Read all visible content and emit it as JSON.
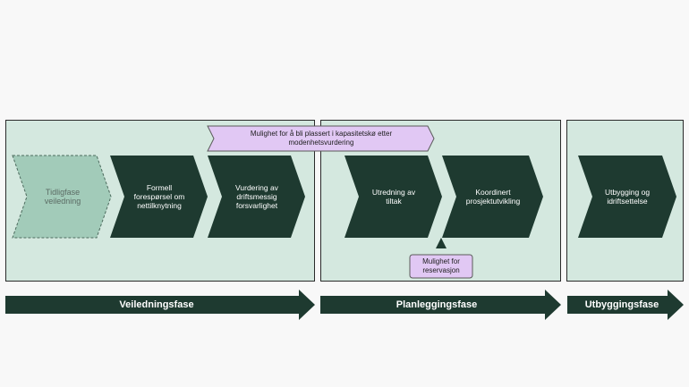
{
  "steps": [
    {
      "label": "Tidligfase\nveiledning",
      "style": "light"
    },
    {
      "label": "Formell\nforespørsel om\nnettilknytning",
      "style": "dark"
    },
    {
      "label": "Vurdering av\ndriftsmessig\nforsvarlighet",
      "style": "dark"
    },
    {
      "label": "Utredning av\ntiltak",
      "style": "dark"
    },
    {
      "label": "Koordinert\nprosjektutvikling",
      "style": "dark"
    },
    {
      "label": "Utbygging og\nidriftsettelse",
      "style": "dark"
    }
  ],
  "phases": [
    {
      "label": "Veiledningsfase"
    },
    {
      "label": "Planleggingsfase"
    },
    {
      "label": "Utbyggingsfase"
    }
  ],
  "notes": {
    "capacity_queue": "Mulighet for å bli plassert i kapasitetskø etter\nmodenhetsvurdering",
    "reservation": "Mulighet for\nreservasjon"
  },
  "colors": {
    "panel": "#d4e8df",
    "dark": "#1e3a30",
    "light": "#a2cbb9",
    "note": "#e1c8f4"
  }
}
